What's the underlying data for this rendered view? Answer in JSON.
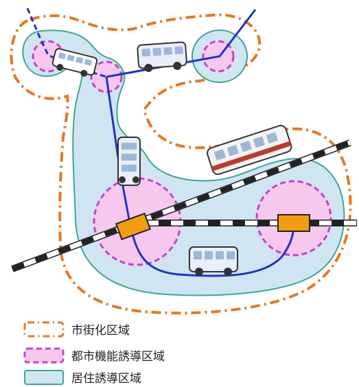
{
  "legend": {
    "urbanization_area": "市街化区域",
    "urban_function_inducement_area": "都市機能誘導区域",
    "residential_inducement_area": "居住誘導区域"
  },
  "colors": {
    "urbanization_boundary": "#e8781e",
    "urban_function_fill": "#f6c8ee",
    "urban_function_stroke": "#cc3fc4",
    "residential_fill": "#cfe6f2",
    "residential_stroke": "#3aa892",
    "bus_route": "#1f33c8",
    "station": "#f39c12",
    "railway_dark": "#222222"
  },
  "icons": [
    "bus-icon",
    "train-icon",
    "station-icon"
  ]
}
